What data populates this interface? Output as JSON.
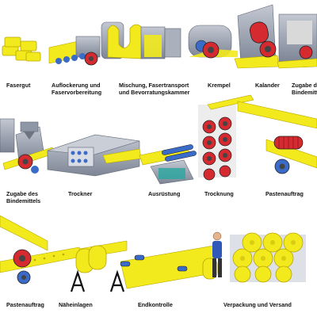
{
  "colors": {
    "fiber_yellow": "#f2ea1c",
    "roller_red": "#d42a30",
    "roller_blue": "#3a6bc8",
    "machine_gray": "#8e97a6",
    "belt_gray": "#6c7480",
    "arrow_teal": "#2aa7a0",
    "label_text": "#111111"
  },
  "labels": {
    "fasergut": "Fasergut",
    "auflockerung_1": "Auflockerung und",
    "auflockerung_2": "Faservorbereitung",
    "mischung_1": "Mischung, Fasertransport",
    "mischung_2": "und Bevorratungskammer",
    "krempel": "Krempel",
    "kalander": "Kalander",
    "zugabe_top_1": "Zugabe d",
    "zugabe_top_2": "Bindemitt",
    "zugabe_mid_1": "Zugabe des",
    "zugabe_mid_2": "Bindemittels",
    "trockner": "Trockner",
    "ausruestung": "Ausrüstung",
    "trocknung": "Trocknung",
    "pastenauftrag_mid": "Pastenauftrag",
    "pastenauftrag_bot": "Pastenauftrag",
    "naeheinlagen": "Näheinlagen",
    "endkontrolle": "Endkontrolle",
    "verpackung": "Verpackung und Versand"
  }
}
